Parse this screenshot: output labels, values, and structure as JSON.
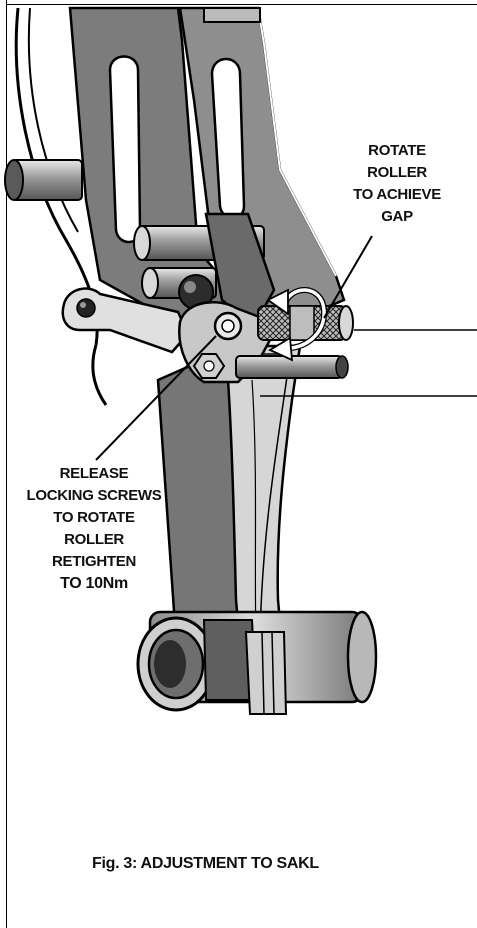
{
  "labels": {
    "rotate": [
      "ROTATE",
      "ROLLER",
      "TO ACHIEVE",
      "GAP"
    ],
    "release": [
      "RELEASE",
      "LOCKING SCREWS",
      "TO ROTATE",
      "ROLLER",
      "RETIGHTEN",
      "TO 10Nm"
    ]
  },
  "caption": "Fig. 3:  ADJUSTMENT TO SAKL",
  "colors": {
    "metal_dark": "#6f6f6f",
    "metal_mid": "#9a9a9a",
    "metal_light": "#cfcfcf",
    "outline": "#000000"
  }
}
